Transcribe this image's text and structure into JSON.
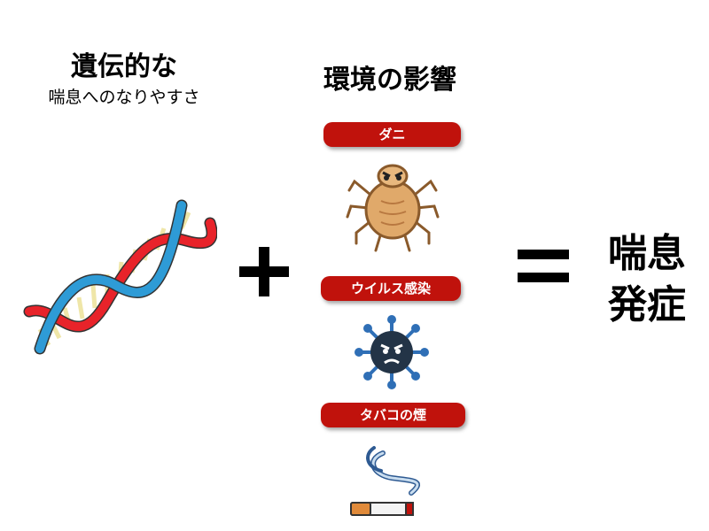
{
  "genetic": {
    "title": "遺伝的な",
    "subtitle": "喘息へのなりやすさ"
  },
  "environment": {
    "title": "環境の影響",
    "factors": [
      {
        "label": "ダニ",
        "icon": "dust-mite-icon"
      },
      {
        "label": "ウイルス感染",
        "icon": "virus-icon"
      },
      {
        "label": "タバコの煙",
        "icon": "cigarette-icon"
      }
    ]
  },
  "result": {
    "line1": "喘息",
    "line2": "発症"
  },
  "colors": {
    "pill": "#c0120c",
    "dna_red": "#e8232a",
    "dna_blue": "#2e9bd6",
    "dna_rungs": "#efe6a8",
    "mite_body": "#e0a96a",
    "virus": "#233447",
    "virus_spikes": "#2f6fb6"
  }
}
